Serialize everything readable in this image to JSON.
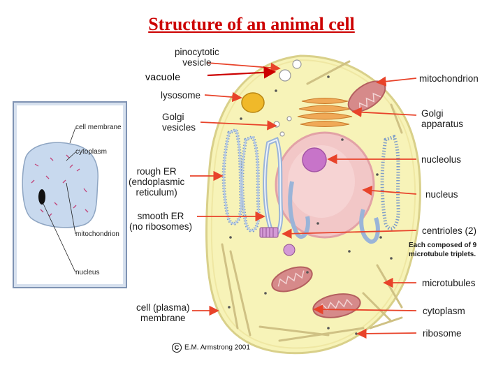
{
  "title": "Structure of an animal cell",
  "vacuole_label": "vacuole",
  "inset_labels": {
    "cell_membrane": "cell membrane",
    "cytoplasm": "cytoplasm",
    "mitochondrion": "mitochondrion",
    "nucleus": "nucleus"
  },
  "left_labels": {
    "pinocytotic_vesicle": "pinocytotic\nvesicle",
    "lysosome": "lysosome",
    "golgi_vesicles": "Golgi\nvesicles",
    "rough_er": "rough ER\n(endoplasmic\nreticulum)",
    "smooth_er": "smooth ER\n(no ribosomes)",
    "cell_membrane": "cell (plasma)\nmembrane"
  },
  "right_labels": {
    "mitochondrion": "mitochondrion",
    "golgi_apparatus": "Golgi\napparatus",
    "nucleolus": "nucleolus",
    "nucleus": "nucleus",
    "centrioles": "centrioles (2)",
    "centrioles_note": "Each composed of 9\nmicrotubule triplets.",
    "microtubules": "microtubules",
    "cytoplasm": "cytoplasm",
    "ribosome": "ribosome"
  },
  "copyright": "E.M. Armstrong 2001",
  "colors": {
    "title": "#cc0000",
    "arrow": "#e8432a",
    "cytoplasm": "#f7f3b8",
    "nucleus": "#f2c7c7",
    "nucleolus": "#c774c9",
    "er": "#9ab4d8",
    "mitochondrion": "#d68a8a",
    "lysosome": "#f0b92a"
  }
}
